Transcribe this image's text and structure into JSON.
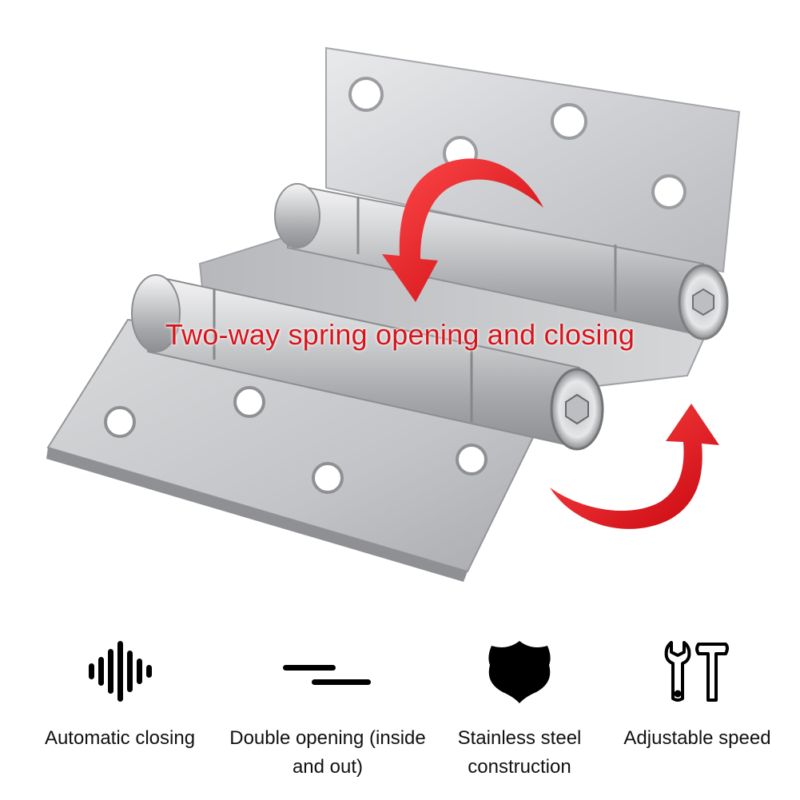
{
  "headline": "Two-way spring opening and closing",
  "colors": {
    "accent_red": "#d7141c",
    "steel": "#c9cacc",
    "icon_black": "#000000"
  },
  "features": [
    {
      "icon": "sound-wave-icon",
      "label": "Automatic closing"
    },
    {
      "icon": "double-lines-icon",
      "label": "Double opening (inside and out)"
    },
    {
      "icon": "shield-icon",
      "label": "Stainless steel construction"
    },
    {
      "icon": "wrench-hammer-icon",
      "label": "Adjustable speed"
    }
  ]
}
